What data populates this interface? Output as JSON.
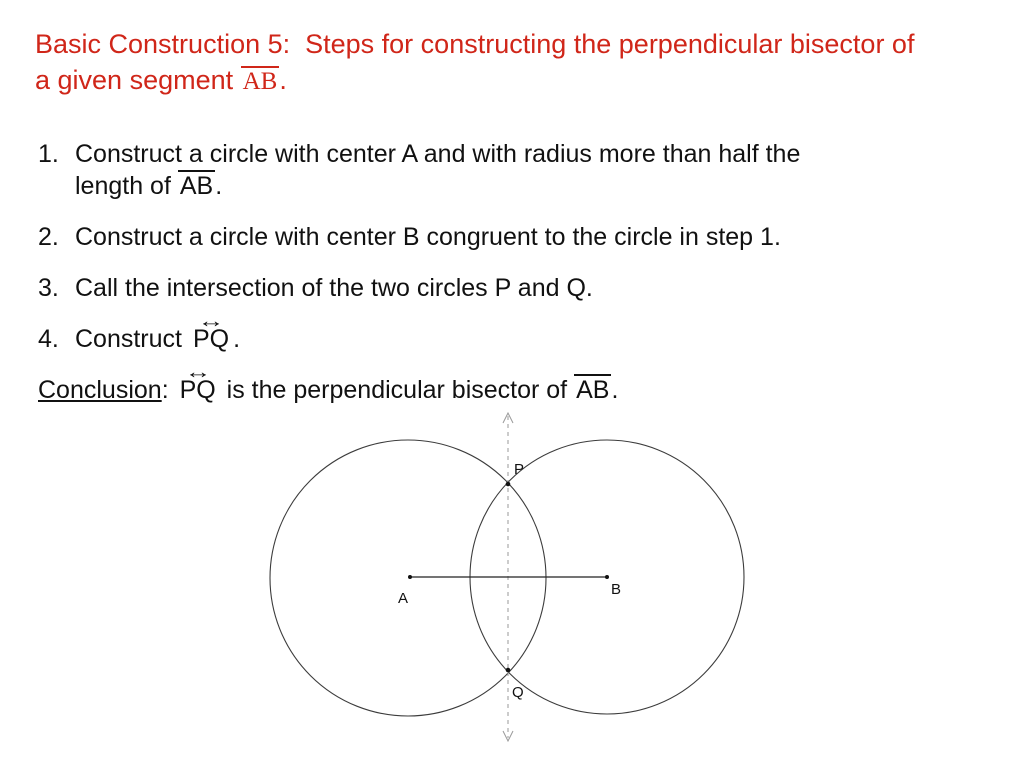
{
  "colors": {
    "title": "#d02619",
    "text": "#111111",
    "diagram_stroke": "#3c3c3c",
    "guide": "#9a9a9a"
  },
  "title": {
    "line1": "Basic Construction 5:  Steps for constructing the perpendicular bisector of",
    "line2_pre": "a given segment ",
    "segment": "AB",
    "post": "."
  },
  "steps": [
    {
      "num": "1.",
      "line1": "Construct a circle with center A and with radius more than half the",
      "line2_pre": "length of ",
      "segment": "AB",
      "post": "."
    },
    {
      "num": "2.",
      "line1": "Construct a circle with center B congruent to the circle in step 1."
    },
    {
      "num": "3.",
      "line1": "Call the intersection of the two circles P and Q."
    },
    {
      "num": "4.",
      "pre": "Construct ",
      "line": "PQ",
      "post": "."
    }
  ],
  "conclusion": {
    "label": "Conclusion",
    "colon": ": ",
    "line": "PQ",
    "mid": " is the perpendicular bisector of ",
    "segment": "AB",
    "post": "."
  },
  "diagram": {
    "labels": {
      "p": "P",
      "q": "Q",
      "a": "A",
      "b": "B"
    }
  }
}
